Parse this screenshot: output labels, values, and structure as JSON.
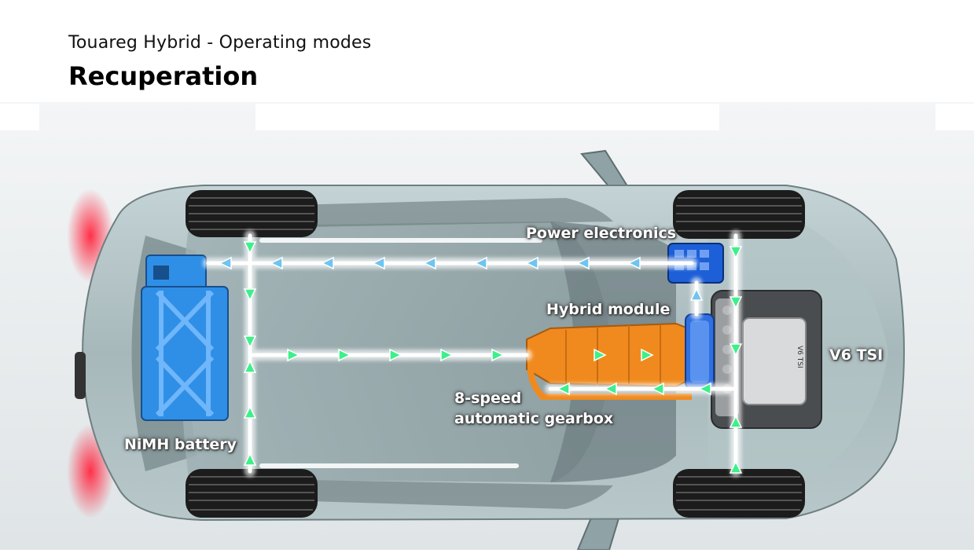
{
  "header": {
    "subtitle": "Touareg Hybrid - Operating modes",
    "title": "Recuperation"
  },
  "labels": {
    "power_electronics": "Power electronics",
    "hybrid_module": "Hybrid module",
    "gearbox_line1": "8-speed",
    "gearbox_line2": "automatic gearbox",
    "battery": "NiMH battery",
    "engine": "V6 TSI"
  },
  "colors": {
    "body": "#a9bcbf",
    "body_dark": "#7e9093",
    "glass": "#6f7f82",
    "battery": "#2f8fe6",
    "power_electronics": "#1d5fd6",
    "gearbox": "#f08a1e",
    "flow_green": "#3df08a",
    "flow_blue": "#6fc4f0",
    "tail_light": "#e0223a",
    "background": "#e9ecee"
  }
}
